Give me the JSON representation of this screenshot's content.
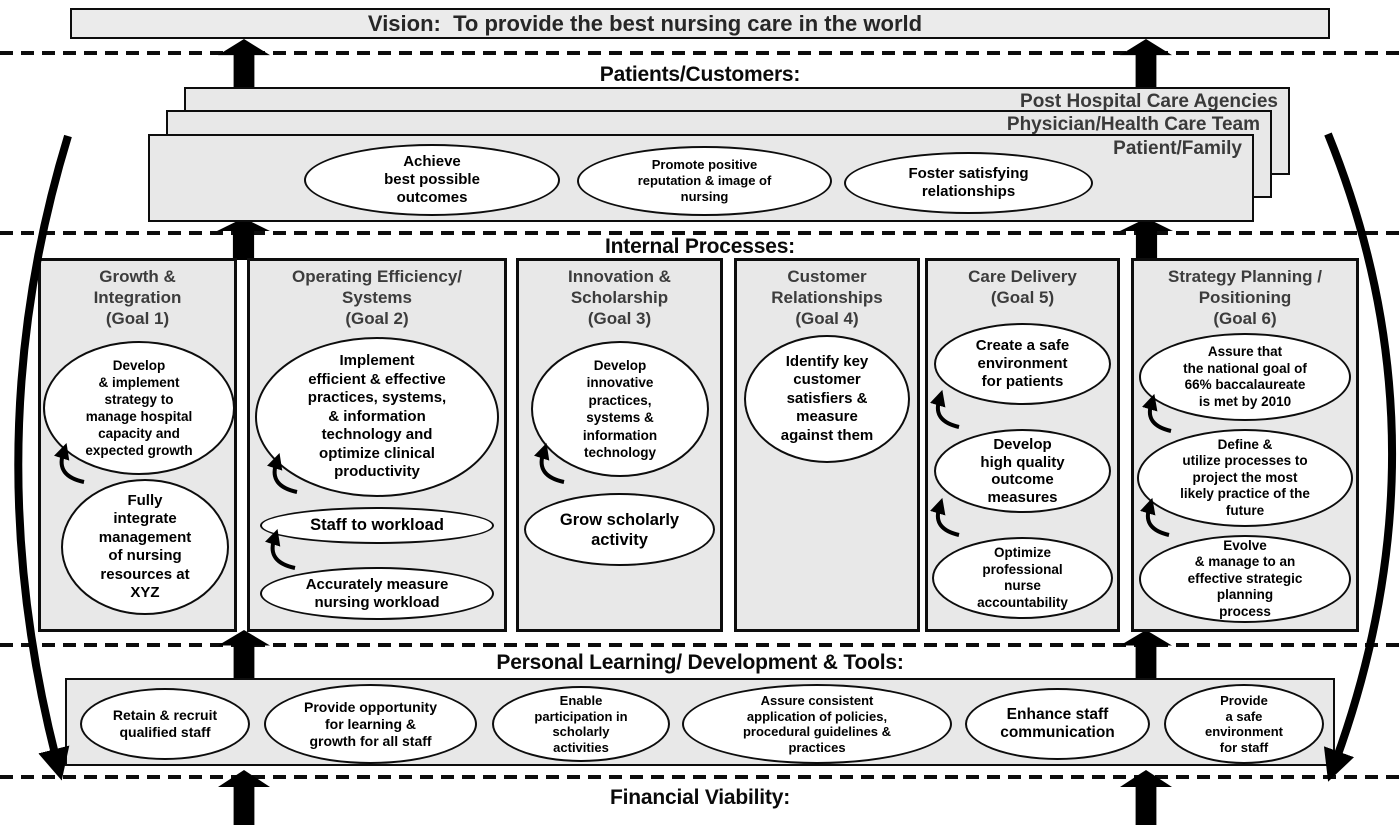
{
  "vision": {
    "label": "Vision:  To provide the best nursing care in the world"
  },
  "patients": {
    "heading": "Patients/Customers:",
    "layers": [
      {
        "label": "Post Hospital Care Agencies"
      },
      {
        "label": "Physician/Health Care Team"
      },
      {
        "label": "Patient/Family"
      }
    ],
    "ellipses": [
      {
        "text": "Achieve\nbest possible\noutcomes"
      },
      {
        "text": "Promote positive\nreputation & image of\nnursing"
      },
      {
        "text": "Foster satisfying\nrelationships"
      }
    ]
  },
  "internal": {
    "heading": "Internal Processes:",
    "columns": [
      {
        "title": "Growth &\nIntegration\n(Goal 1)",
        "ellipses": [
          {
            "text": "Develop\n& implement\nstrategy to\nmanage hospital\ncapacity and\nexpected growth"
          },
          {
            "text": "Fully\nintegrate\nmanagement\nof nursing\nresources at\nXYZ"
          }
        ]
      },
      {
        "title": "Operating Efficiency/\nSystems\n(Goal 2)",
        "ellipses": [
          {
            "text": "Implement\nefficient & effective\npractices, systems,\n& information\ntechnology and\noptimize clinical\nproductivity"
          },
          {
            "text": "Staff to workload"
          },
          {
            "text": "Accurately measure\nnursing workload"
          }
        ]
      },
      {
        "title": "Innovation &\nScholarship\n(Goal 3)",
        "ellipses": [
          {
            "text": "Develop\ninnovative\npractices,\nsystems &\ninformation\ntechnology"
          },
          {
            "text": "Grow scholarly\nactivity"
          }
        ]
      },
      {
        "title": "Customer\nRelationships\n(Goal 4)",
        "ellipses": [
          {
            "text": "Identify key\ncustomer\nsatisfiers &\nmeasure\nagainst them"
          }
        ]
      },
      {
        "title": "Care Delivery\n(Goal 5)",
        "ellipses": [
          {
            "text": "Create a safe\nenvironment\nfor patients"
          },
          {
            "text": "Develop\nhigh quality\noutcome\nmeasures"
          },
          {
            "text": "Optimize\nprofessional\nnurse\naccountability"
          }
        ]
      },
      {
        "title": "Strategy Planning /\nPositioning\n(Goal 6)",
        "ellipses": [
          {
            "text": "Assure that\nthe national goal of\n66% baccalaureate\nis met by 2010"
          },
          {
            "text": "Define &\nutilize processes to\nproject the most\nlikely practice of the\nfuture"
          },
          {
            "text": "Evolve\n& manage to an\neffective strategic\nplanning\nprocess"
          }
        ]
      }
    ]
  },
  "learning": {
    "heading": "Personal Learning/ Development & Tools:",
    "ellipses": [
      {
        "text": "Retain & recruit\nqualified staff"
      },
      {
        "text": "Provide opportunity\nfor learning &\ngrowth for all staff"
      },
      {
        "text": "Enable\nparticipation in\nscholarly\nactivities"
      },
      {
        "text": "Assure consistent\napplication of policies,\nprocedural guidelines &\npractices"
      },
      {
        "text": "Enhance staff\ncommunication"
      },
      {
        "text": "Provide\na safe\nenvironment\nfor staff"
      }
    ]
  },
  "financial": {
    "heading": "Financial Viability:"
  },
  "colors": {
    "panel_fill": "#e8e8e8",
    "border": "#0d0d0d",
    "ellipse_fill": "#ffffff",
    "title_gray": "#3c3c3c"
  }
}
